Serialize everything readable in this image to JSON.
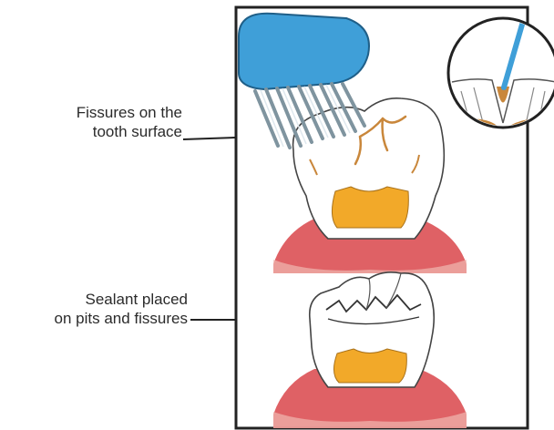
{
  "callouts": {
    "top": {
      "line1": "Fissures on the",
      "line2": "tooth surface"
    },
    "bottom": {
      "line1": "Sealant placed",
      "line2": "on pits and fissures"
    }
  },
  "colors": {
    "frame": "#222222",
    "brush_handle": "#3f9fd8",
    "bristles": "#9fb3bf",
    "gum": "#d9454a",
    "gum_light": "#f0b8b0",
    "pulp": "#f2a929",
    "enamel": "#ffffff",
    "stain": "#c9873b"
  },
  "icons": [
    "toothbrush-icon",
    "magnifier-inset-icon",
    "tooth-with-fissures-icon",
    "tooth-with-sealant-icon"
  ]
}
